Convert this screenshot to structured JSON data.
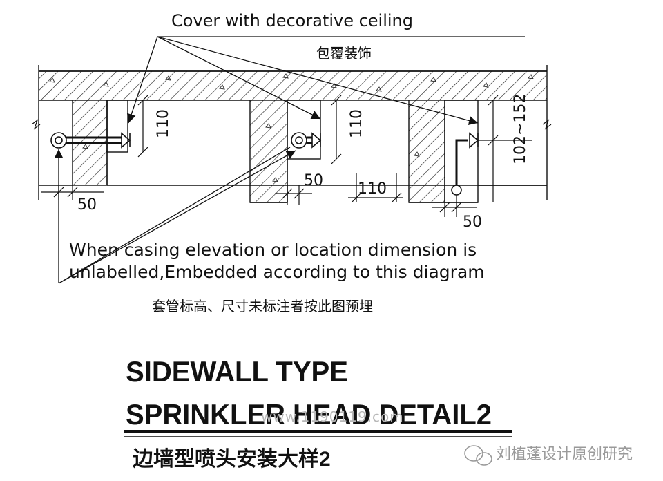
{
  "annotations": {
    "cover_en": "Cover with decorative ceiling",
    "cover_cn": "包覆装饰",
    "note_en_line1": "When casing elevation or location dimension is",
    "note_en_line2": "unlabelled,Embedded according to this diagram",
    "note_cn": "套管标高、尺寸未标注者按此图预埋"
  },
  "dimensions": {
    "d110_a": "110",
    "d110_b": "110",
    "d110_c": "110",
    "d102_152": "102~152",
    "d50_a": "50",
    "d50_b": "50",
    "d50_c": "50"
  },
  "title": {
    "line1": "SIDEWALL TYPE",
    "line2": "SPRINKLER HEAD DETAIL2",
    "cn": "边墙型喷头安装大样2"
  },
  "watermark": {
    "url": "www.1190119.com",
    "brand": "刘植蓬设计原创研究"
  },
  "colors": {
    "line": "#111111",
    "hatch": "#222222",
    "watermark": "#b8b8b8"
  }
}
